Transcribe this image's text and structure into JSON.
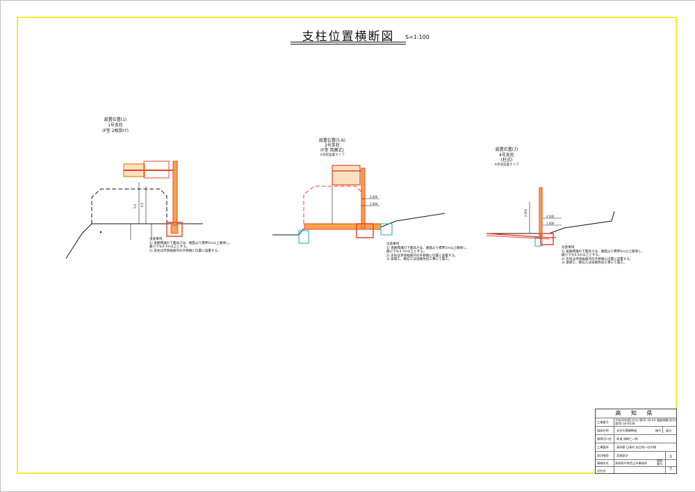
{
  "drawing": {
    "title": "支柱位置横断図",
    "scale": "S=1:100"
  },
  "sections": [
    {
      "heading": "設置位置(1)",
      "post": "1号支柱",
      "type": "(F型 2枚掛け)",
      "dims": [
        "5.0",
        "4.5"
      ],
      "notes": [
        "注意事項",
        "1) 道路標識の下面高さは、路面より標準5m以上確保し、",
        "   最小でも4.7m以上とする。",
        "2) 支柱は歩道幅員内の外側端に位置に設置する。"
      ]
    },
    {
      "heading": "設置位置(5.6)",
      "post": "2号支柱",
      "type": "(F型 両面式)",
      "sub": "※添架設置タイプ",
      "dims": [
        "2.000",
        "1.000"
      ],
      "notes": [
        "注意事項",
        "1) 道路標識の下面高さは、路面より標準5m以上確保し、",
        "   最小でも4.7m以上とする。",
        "2) 支柱は歩道幅員内の外側端に位置に設置する。",
        "3) 基礎工、縁石工は道路改良工事にて施工。"
      ]
    },
    {
      "heading": "設置位置(7)",
      "post": "4号支柱",
      "type": "(柱式)",
      "sub": "※歩道設置タイプ",
      "dims": [
        "2.500",
        "1.000",
        "2.000"
      ],
      "notes": [
        "注意事項",
        "1) 道路標識の下面高さは、路面より標準5m以上確保し、",
        "   最小でも4.5m以上とする。",
        "2) 支柱は歩道幅員内の外側端に位置に設置する。",
        "3) 基礎工、縁石工は道路改良工事にて施工。"
      ]
    }
  ],
  "title_block": {
    "authority": "高 知 県",
    "rows": [
      {
        "label": "工事番号",
        "value": "平成30年度(ゼロ) 第00-30-04 道路改築(交付) 第00-30-6438"
      },
      {
        "label": "図面名称",
        "value": "支柱位置横断図",
        "extra_label": "縮尺",
        "extra_value": "図示"
      },
      {
        "label": "路線河川名",
        "value": "県道 須崎仁ノ線"
      },
      {
        "label": "工事箇所",
        "value": "高岡郡 日高村 岩目地～柱の線"
      },
      {
        "label": "設計階段",
        "value": "実施設計"
      },
      {
        "label": "事務所名",
        "value": "高知県中央西土木事務所",
        "extra_label": "図面番号",
        "extra_value": "3"
      },
      {
        "label": "会社名",
        "value": "",
        "extra_value": "7"
      }
    ]
  },
  "colors": {
    "frame": "#f2ee2c",
    "post": "#e8442a",
    "post_fill": "#f7a34a",
    "foundation": "#e8442a",
    "cyan": "#2fb8c8",
    "ground": "#111111"
  }
}
